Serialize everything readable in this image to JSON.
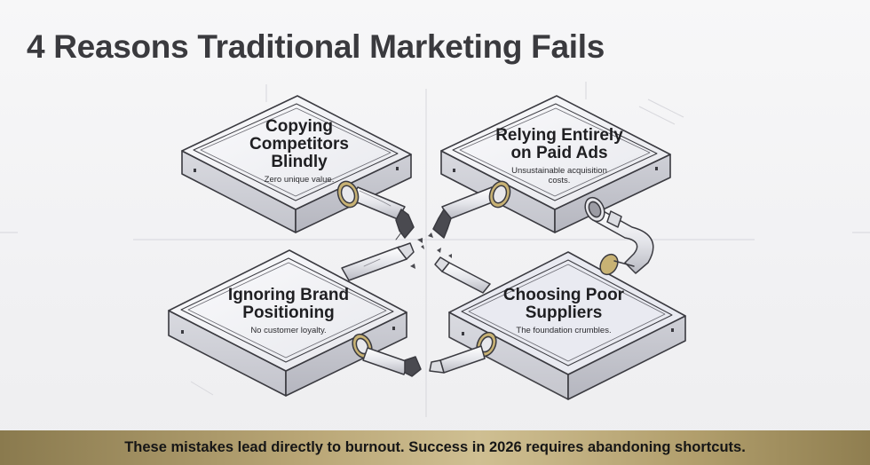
{
  "title": "4 Reasons Traditional Marketing Fails",
  "boxes": [
    {
      "heading": [
        "Copying",
        "Competitors",
        "Blindly"
      ],
      "caption": [
        "Zero unique value."
      ]
    },
    {
      "heading": [
        "Relying Entirely",
        "on Paid Ads"
      ],
      "caption": [
        "Unsustainable acquisition",
        "costs."
      ]
    },
    {
      "heading": [
        "Ignoring Brand",
        "Positioning"
      ],
      "caption": [
        "No customer loyalty."
      ]
    },
    {
      "heading": [
        "Choosing Poor",
        "Suppliers"
      ],
      "caption": [
        "The foundation crumbles."
      ]
    }
  ],
  "footer": "These mistakes lead directly to burnout. Success in 2026 requires abandoning shortcuts.",
  "colors": {
    "footer_gold": "#b9a676",
    "pipe_ring": "#b8a060",
    "box_stroke": "#3a3a40"
  }
}
